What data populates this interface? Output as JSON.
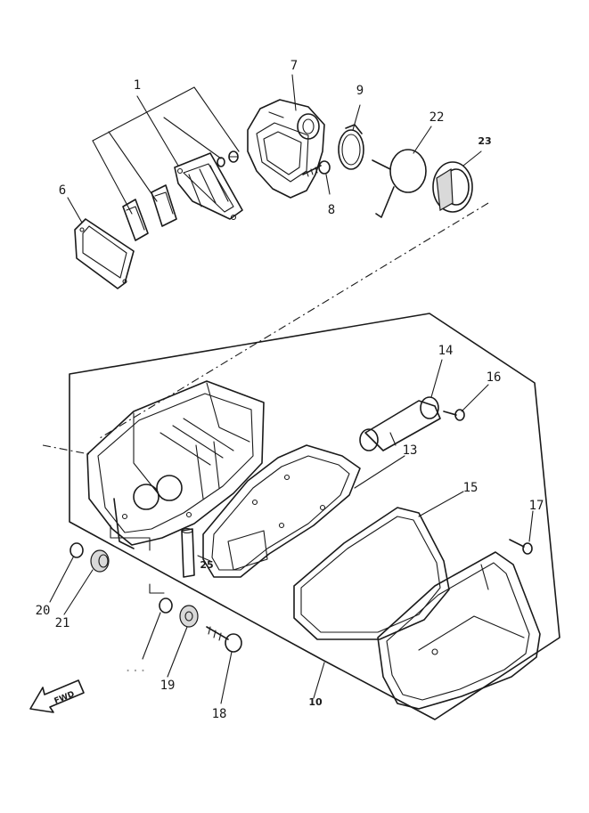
{
  "callouts": {
    "c1": "1",
    "c6": "6",
    "c7": "7",
    "c8": "8",
    "c9": "9",
    "c22": "22",
    "c23": "23",
    "c14": "14",
    "c16": "16",
    "c13": "13",
    "c15": "15",
    "c17": "17",
    "c25": "25",
    "c20": "20",
    "c21": "21",
    "c19": "19",
    "c18": "18",
    "c10": "10",
    "c_faint": "..."
  },
  "fwd_label": "FWD"
}
